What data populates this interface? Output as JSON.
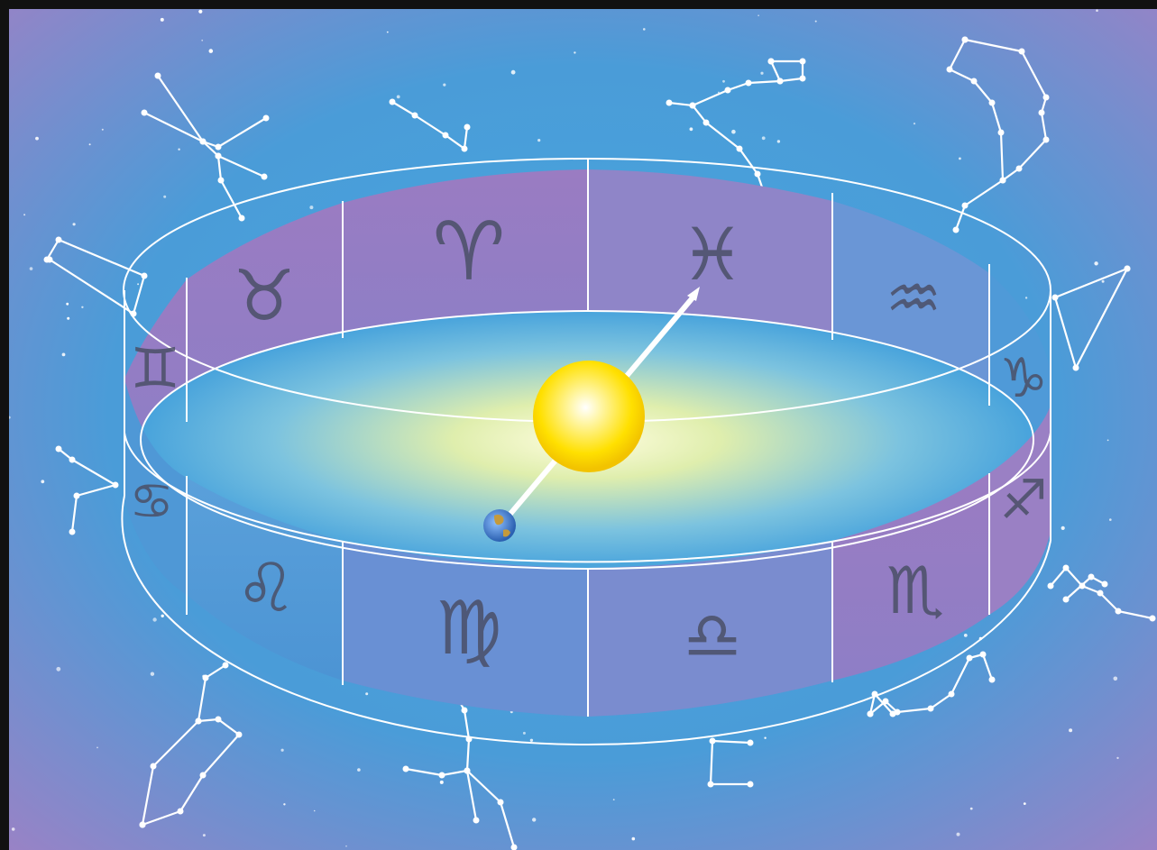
{
  "zodiac_signs": [
    {
      "name": "aries",
      "glyph": "♈"
    },
    {
      "name": "pisces",
      "glyph": "♓"
    },
    {
      "name": "aquarius",
      "glyph": "♒"
    },
    {
      "name": "capricorn",
      "glyph": "♑"
    },
    {
      "name": "sagittarius",
      "glyph": "♐"
    },
    {
      "name": "scorpio",
      "glyph": "♏"
    },
    {
      "name": "libra",
      "glyph": "♎"
    },
    {
      "name": "virgo",
      "glyph": "♍"
    },
    {
      "name": "leo",
      "glyph": "♌"
    },
    {
      "name": "cancer",
      "glyph": "♋"
    },
    {
      "name": "gemini",
      "glyph": "♊"
    },
    {
      "name": "taurus",
      "glyph": "♉"
    }
  ],
  "colors": {
    "sky_blue": "#4aa2da",
    "sky_purple": "#9b86c6",
    "band_purple": "#9a7bc0",
    "band_blue": "#4f98d6",
    "sun_yellow": "#ffe600",
    "earth": "#3f7fd0"
  },
  "icons": [
    "sun-icon",
    "earth-icon",
    "arrow-icon",
    "constellation-icon"
  ]
}
